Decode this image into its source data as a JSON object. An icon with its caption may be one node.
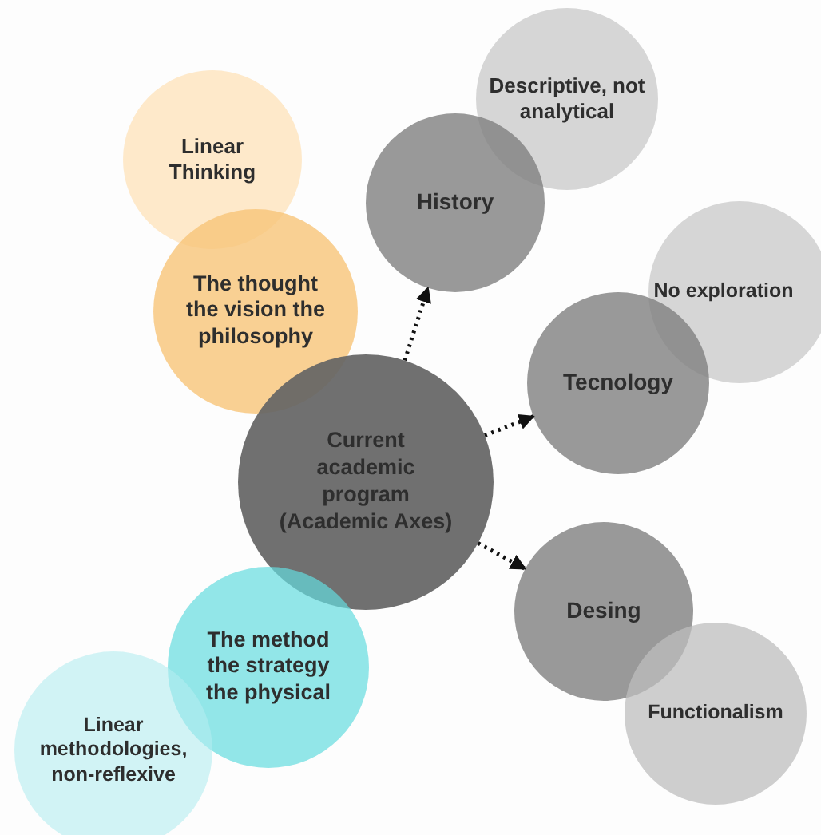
{
  "diagram": {
    "nodes": [
      {
        "text": [
          "Linear Thinking"
        ]
      },
      {
        "text": [
          "Descriptive, not analytical"
        ]
      },
      {
        "text": [
          "History"
        ]
      },
      {
        "text": [
          "The thought the vision the philosophy"
        ]
      },
      {
        "text": [
          "No exploration"
        ]
      },
      {
        "text": [
          "Tecnology"
        ]
      },
      {
        "text": [
          "Current academic program (Academic Axes)"
        ]
      },
      {
        "text": [
          "Desing"
        ]
      },
      {
        "text": [
          "The method the strategy the physical"
        ]
      },
      {
        "text": [
          "Functionalism"
        ]
      },
      {
        "text": [
          "Linear methodologies, non-reflexive"
        ]
      }
    ],
    "edges": [
      {
        "from": 6,
        "to": 2,
        "arrow": "to",
        "style": "dashed"
      },
      {
        "from": 6,
        "to": 5,
        "arrow": "to",
        "style": "dashed"
      },
      {
        "from": 6,
        "to": 7,
        "arrow": "to",
        "style": "dashed"
      }
    ]
  }
}
